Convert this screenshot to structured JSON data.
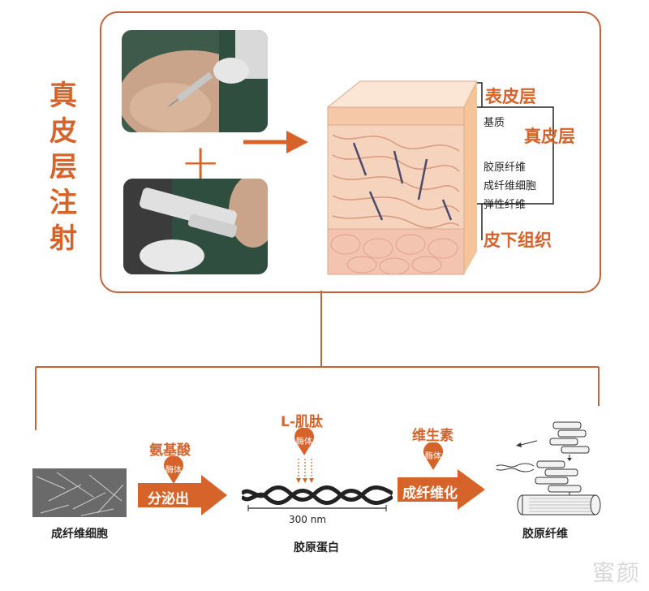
{
  "title": "真皮层注射",
  "plus_sign": "+",
  "skin_layers": {
    "epidermis": "表皮层",
    "ground_substance": "基质",
    "dermis": "真皮层",
    "collagen_fiber": "胶原纤维",
    "fibroblast": "成纤维细胞",
    "elastic_fiber": "弹性纤维",
    "subcutaneous": "皮下组织"
  },
  "process": {
    "step1": {
      "caption": "成纤维细胞"
    },
    "amino": {
      "label": "氨基酸",
      "pin": "酶体",
      "arrow": "分泌出"
    },
    "peptide": {
      "label": "L-肌肽",
      "pin": "酶体"
    },
    "step2": {
      "caption": "胶原蛋白",
      "scale": "300 nm"
    },
    "vitamin": {
      "label": "维生素",
      "pin": "酶体",
      "arrow": "成纤维化"
    },
    "step3": {
      "caption": "胶原纤维"
    }
  },
  "watermark": "蜜颜",
  "colors": {
    "accent": "#d6632a",
    "frame": "#c0643a",
    "skin": "#f2c0a0"
  }
}
